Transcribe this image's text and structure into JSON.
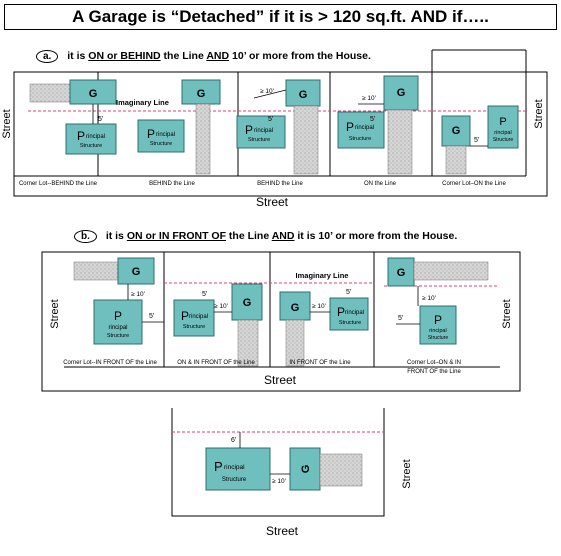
{
  "title": "A Garage is “Detached” if it is > 120 sq.ft. AND if…..",
  "section_a": {
    "letter": "a.",
    "prefix": "it is",
    "highlight": "ON or BEHIND",
    "mid": "the Line",
    "and": "AND",
    "suffix": "10’ or more from the House.",
    "captions": [
      "Corner Lot--BEHIND the Line",
      "BEHIND the Line",
      "BEHIND the Line",
      "ON the Line",
      "Corner Lot–ON the Line"
    ],
    "street": "Street",
    "imaginary_line": "Imaginary Line"
  },
  "section_b": {
    "letter": "b.",
    "prefix": "it is",
    "highlight": "ON or IN FRONT OF",
    "mid": "the Line",
    "and": "AND",
    "suffix": "it is 10’ or more from the House.",
    "captions": [
      "Corner Lot--IN FRONT OF the Line",
      "ON & IN FRONT OF the Line",
      "IN FRONT OF the Line",
      "Corner Lot–ON & IN",
      "FRONT OF the Line"
    ],
    "street": "Street",
    "imaginary_line": "Imaginary Line"
  },
  "section_c": {
    "street": "Street"
  },
  "labels": {
    "garage": "G",
    "principal_big": "P",
    "principal_small": "rincipal",
    "structure": "Structure",
    "five_ft": "5'",
    "ten_ft": "≥ 10'",
    "six_ft": "6'"
  },
  "colors": {
    "box_fill": "#6fbfbf",
    "box_stroke": "#2e6f6f",
    "hatch": "#d0d0d0",
    "line": "#e04070"
  }
}
